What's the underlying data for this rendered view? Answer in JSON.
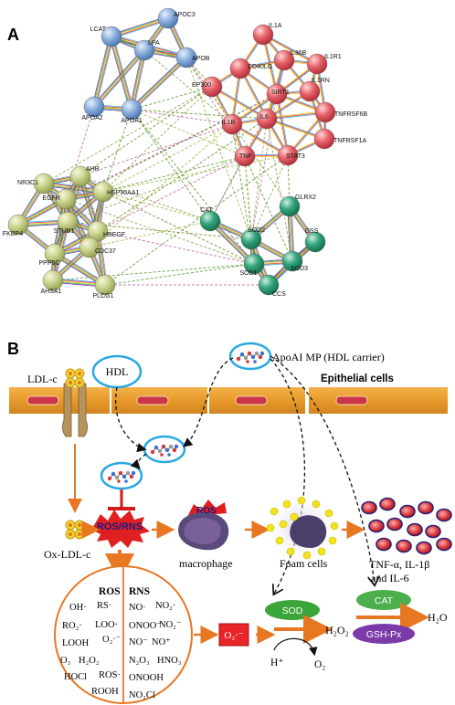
{
  "panel_a": {
    "label": "A",
    "clusters": {
      "blue": {
        "color": "#7aa0d4",
        "nodes": [
          "APOC3",
          "LCAT",
          "LPA",
          "APOB",
          "APOA2",
          "APOA1"
        ]
      },
      "red": {
        "color": "#e05a63",
        "nodes": [
          "IL1A",
          "CD40LG",
          "IL36B",
          "IL1R1",
          "EP300",
          "SIRT1",
          "IL1RN",
          "TNFRSF6B",
          "IL1B",
          "IL6",
          "TNFRSF1A",
          "TNF",
          "STAT3"
        ]
      },
      "olive": {
        "color": "#c6d08c",
        "nodes": [
          "NR3C1",
          "AHR",
          "EGFR",
          "HSP90AA1",
          "FKBP4",
          "STUB1",
          "HBEGF",
          "PPP5C",
          "CDC37",
          "AHSA1",
          "PLCG1"
        ]
      },
      "green": {
        "color": "#2fa27a",
        "nodes": [
          "CAT",
          "GLRX2",
          "SOD2",
          "GSS",
          "SOD3",
          "SOD1",
          "CCS"
        ]
      }
    }
  },
  "panel_b": {
    "label": "B",
    "ldl_label": "LDL-c",
    "hdl_label": "HDL",
    "apoa_label": "ApoAI MP (HDL carrier)",
    "epithelial_label": "Epithelial cells",
    "ros_rns_label": "ROS/RNS",
    "oxldl_label": "Ox-LDL-c",
    "ros_burst_label": "ROS",
    "macrophage_label": "macrophage",
    "foam_label": "Foam cells",
    "cytokines_line1": "TNF-α, IL-1β",
    "cytokines_line2": "and IL-6",
    "circle": {
      "ros_title": "ROS",
      "rns_title": "RNS",
      "ros_species": [
        "OH·",
        "RS·",
        "RO₂·",
        "LOO·",
        "O₂·⁻",
        "LOOH",
        "O₃",
        "H₂O₂",
        "HOCl",
        "ROS·",
        "ROOH"
      ],
      "rns_species": [
        "NO·",
        "NO₂·",
        "ONOO⁻",
        "NO₂⁻",
        "NO⁻",
        "NO⁺",
        "N₂O₃",
        "HNO₃",
        "ONOOH",
        "NO₂Cl"
      ]
    },
    "superoxide": "O₂·⁻",
    "sod": "SOD",
    "h_plus": "H⁺",
    "h2o2": "H₂O₂",
    "o2": "O₂",
    "cat": "CAT",
    "gshpx": "GSH-Px",
    "h2o": "H₂O",
    "colors": {
      "orange_arrow": "#e87722",
      "membrane": "#e8a23a",
      "red_box": "#e8262a",
      "sod_green": "#3aa53a",
      "cat_green": "#4cae4c",
      "gshpx_purple": "#7a3aa8",
      "cyan_ring": "#29a8e0"
    }
  }
}
